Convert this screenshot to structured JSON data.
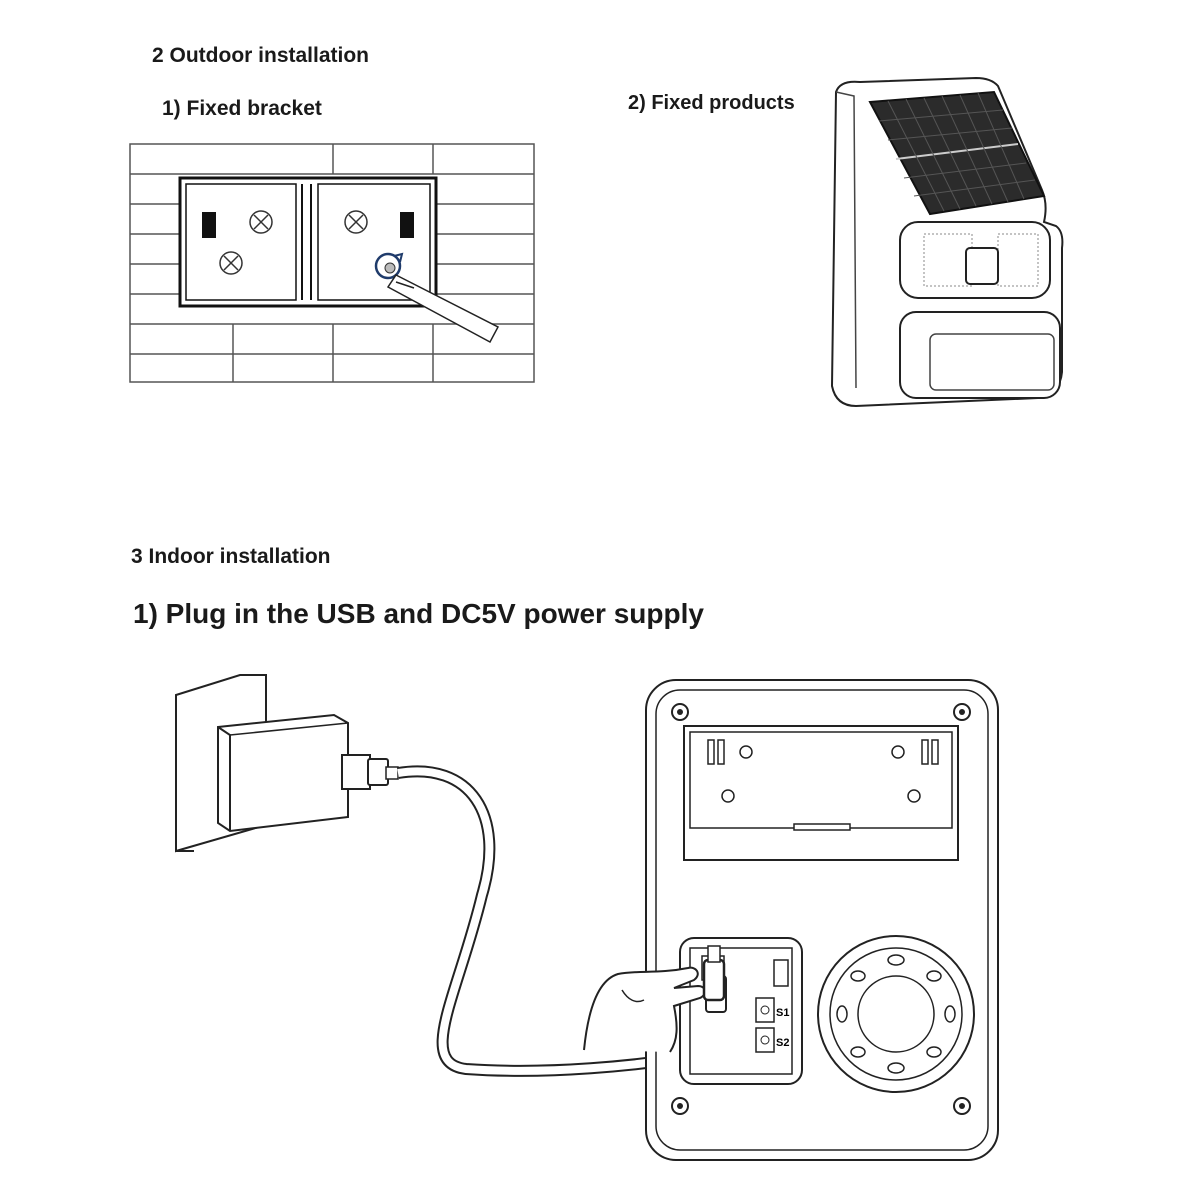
{
  "outdoor": {
    "heading": "2 Outdoor installation",
    "step1_label": "1) Fixed bracket",
    "step2_label": "2) Fixed products"
  },
  "indoor": {
    "heading": "3 Indoor installation",
    "step1_label": "1) Plug in the USB and DC5V power supply",
    "terminal_labels": [
      "S1",
      "S2"
    ]
  },
  "colors": {
    "line": "#222222",
    "solar_panel": "#2b2b2b",
    "background": "#ffffff"
  }
}
